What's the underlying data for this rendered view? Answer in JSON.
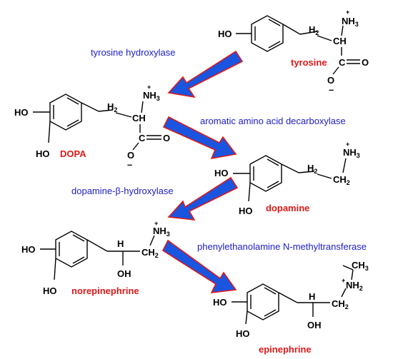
{
  "enzymes": {
    "e1": "tyrosine hydroxylase",
    "e2": "aromatic amino acid decarboxylase",
    "e3": "dopamine-β-hydroxylase",
    "e4": "phenylethanolamine N-methyltransferase"
  },
  "compounds": {
    "c1": "tyrosine",
    "c2": "DOPA",
    "c3": "dopamine",
    "c4": "norepinephrine",
    "c5": "epinephrine"
  },
  "atoms": {
    "ho": "HO",
    "oh": "OH",
    "nh3": "NH",
    "nh3_sub": "3",
    "nh2": "NH",
    "nh2_sub": "2",
    "plus": "+",
    "minus": "–",
    "h2": "H",
    "h2_sub": "2",
    "ch": "CH",
    "ch2": "CH",
    "ch2_sub": "2",
    "ch3": "CH",
    "ch3_sub": "3",
    "c": "C",
    "h": "H",
    "o": "O"
  },
  "colors": {
    "enzyme_text": "#2020c8",
    "compound_text": "#e01818",
    "arrow_fill": "#1a55e0",
    "arrow_outline": "#e01818"
  }
}
